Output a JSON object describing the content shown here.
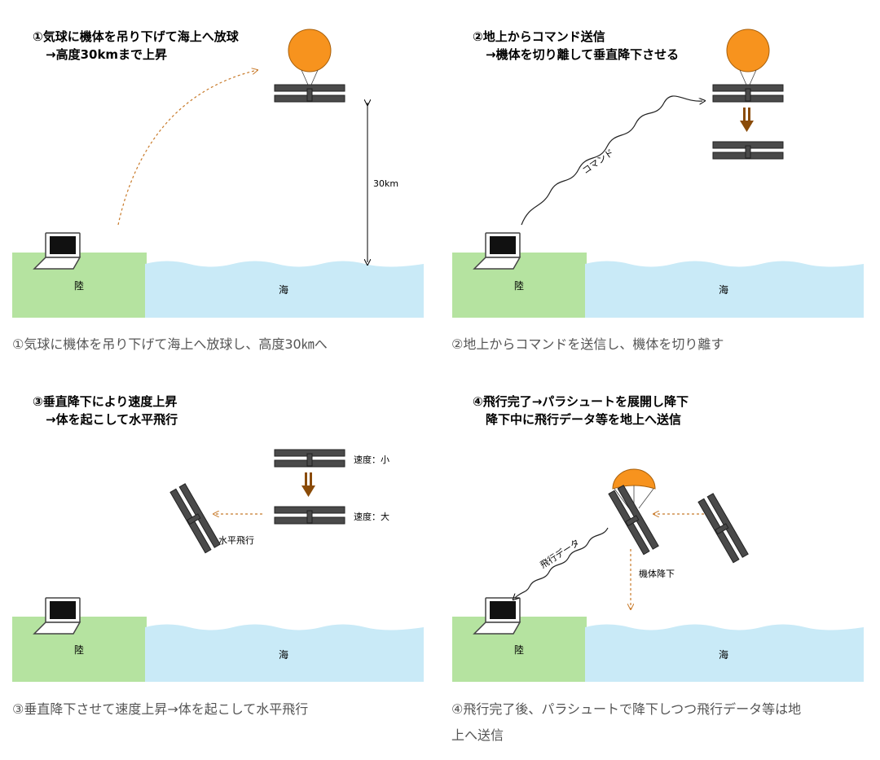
{
  "colors": {
    "land": "#b5e3a0",
    "sea": "#c9eaf7",
    "balloon": "#f7931e",
    "aircraft": "#4a4a4a",
    "arrow_brown": "#8a4b08",
    "dashed_arrow": "#c87a2a",
    "caption_text": "#555555"
  },
  "panels": [
    {
      "title_line1": "①気球に機体を吊り下げて海上へ放球",
      "title_line2": "→高度30kmまで上昇",
      "land_label": "陸",
      "sea_label": "海",
      "altitude_label": "30km",
      "caption": "①気球に機体を吊り下げて海上へ放球し、高度30㎞へ"
    },
    {
      "title_line1": "②地上からコマンド送信",
      "title_line2": "→機体を切り離して垂直降下させる",
      "land_label": "陸",
      "sea_label": "海",
      "wave_label": "コマンド",
      "caption": "②地上からコマンドを送信し、機体を切り離す"
    },
    {
      "title_line1": "③垂直降下により速度上昇",
      "title_line2": "→体を起こして水平飛行",
      "land_label": "陸",
      "sea_label": "海",
      "speed_small_label": "速度：小",
      "speed_large_label": "速度：大",
      "horizontal_label": "水平飛行",
      "caption": "③垂直降下させて速度上昇→体を起こして水平飛行"
    },
    {
      "title_line1": "④飛行完了→パラシュートを展開し降下",
      "title_line2": "降下中に飛行データ等を地上へ送信",
      "land_label": "陸",
      "sea_label": "海",
      "wave_label": "飛行データ",
      "descent_label": "機体降下",
      "caption_line1": "④飛行完了後、パラシュートで降下しつつ飛行データ等は地",
      "caption_line2": "上へ送信"
    }
  ]
}
